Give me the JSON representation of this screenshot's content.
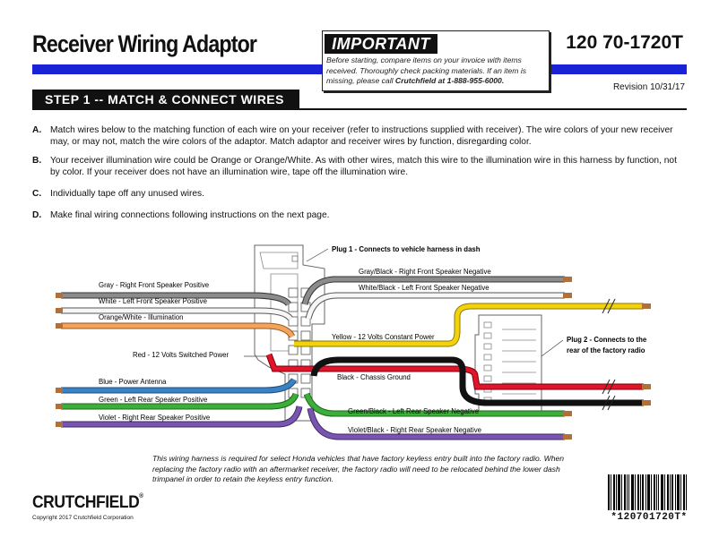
{
  "header": {
    "title": "Receiver Wiring Adaptor",
    "part_number": "120 70-1720T",
    "revision": "Revision 10/31/17",
    "accent_color": "#1a22d6"
  },
  "important": {
    "label": "IMPORTANT",
    "text": "Before starting, compare items on your invoice with items received.  Thoroughly check packing materials.  If an item is missing, please call",
    "phone": "Crutchfield at 1-888-955-6000."
  },
  "step": {
    "title": "STEP 1 -- MATCH & CONNECT WIRES"
  },
  "instructions": [
    {
      "letter": "A.",
      "text": "Match wires below to the matching function of each wire on your receiver (refer to instructions supplied with receiver).  The wire colors of your new receiver may, or may not, match the wire colors of the adaptor.  Match adaptor and receiver wires by function, disregarding color."
    },
    {
      "letter": "B.",
      "text": "Your receiver illumination wire could be Orange or Orange/White.  As with other wires, match this wire to the illumination wire in this harness by function, not by color.  If your receiver does not have an illumination wire, tape off the illumination wire."
    },
    {
      "letter": "C.",
      "text": "Individually tape off any unused wires."
    },
    {
      "letter": "D.",
      "text": "Make final wiring connections following instructions on the next page."
    }
  ],
  "diagram": {
    "plug1": "Plug 1 - Connects to vehicle harness in dash",
    "plug2_line1": "Plug 2 - Connects to the",
    "plug2_line2": "rear of the factory radio",
    "left_wires": [
      {
        "label": "Gray - Right Front Speaker Positive",
        "color": "#8c8c8c"
      },
      {
        "label": "White - Left Front Speaker Positive",
        "color": "#f4f4f4"
      },
      {
        "label": "Orange/White - Illumination",
        "color": "#f3a35c"
      },
      {
        "label": "Red - 12 Volts Switched Power",
        "color": "#e0152a"
      },
      {
        "label": "Blue - Power Antenna",
        "color": "#3b82c4"
      },
      {
        "label": "Green - Left Rear Speaker Positive",
        "color": "#3cae3a"
      },
      {
        "label": "Violet - Right Rear Speaker Positive",
        "color": "#7a55b0"
      }
    ],
    "right_wires": [
      {
        "label": "Gray/Black - Right Front Speaker Negative",
        "color": "#8c8c8c"
      },
      {
        "label": "White/Black - Left Front Speaker Negative",
        "color": "#f4f4f4"
      },
      {
        "label": "Yellow - 12 Volts Constant Power",
        "color": "#f2d20a"
      },
      {
        "label": "Black - Chassis Ground",
        "color": "#111111"
      },
      {
        "label": "Green/Black - Left Rear Speaker Negative",
        "color": "#3cae3a"
      },
      {
        "label": "Violet/Black - Right Rear Speaker Negative",
        "color": "#7a55b0"
      }
    ]
  },
  "footnote": "This wiring harness is required for select Honda vehicles that have factory keyless entry built into the factory radio.  When replacing the factory radio with an aftermarket receiver, the factory radio will need to be relocated behind the lower dash trimpanel in order to retain the keyless entry function.",
  "footer": {
    "logo": "CRUTCHFIELD",
    "logo_mark": "®",
    "copyright": "Copyright 2017  Crutchfield Corporation",
    "barcode_text": "*120701720T*"
  }
}
